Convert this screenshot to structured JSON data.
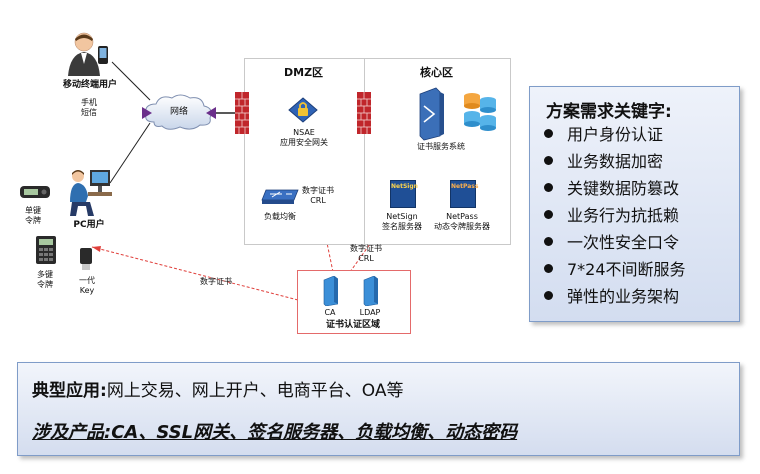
{
  "nodes": {
    "mobile_user": "移动终端用户",
    "phone_sms": [
      "手机",
      "短信"
    ],
    "network": "网络",
    "pc_user": "PC用户",
    "single_token": [
      "单键",
      "令牌"
    ],
    "multi_token": [
      "多键",
      "令牌"
    ],
    "usb_key": [
      "一代",
      "Key"
    ],
    "nsae": [
      "NSAE",
      "应用安全网关"
    ],
    "load_balance": "负载均衡",
    "cert_system": "证书服务系统",
    "netsign": [
      "NetSign",
      "签名服务器"
    ],
    "netpass": [
      "NetPass",
      "动态令牌服务器"
    ],
    "ca": "CA",
    "ldap": "LDAP"
  },
  "zones": {
    "dmz": "DMZ区",
    "core": "核心区",
    "ca_area": "证书认证区域"
  },
  "edge_labels": {
    "cert_crl_1": [
      "数字证书",
      "CRL"
    ],
    "cert_crl_2": [
      "数字证书",
      "CRL"
    ],
    "cert_3": "数字证书"
  },
  "icon_text": {
    "netsign_badge": "NetSign",
    "netpass_badge": "NetPass"
  },
  "keywords": {
    "title": "方案需求关键字:",
    "items": [
      "用户身份认证",
      "业务数据加密",
      "关键数据防篡改",
      "业务行为抗抵赖",
      "一次性安全口令",
      "7*24不间断服务",
      "弹性的业务架构"
    ]
  },
  "application": {
    "label": "典型应用:",
    "text": "网上交易、网上开户、电商平台、OA等",
    "products": "涉及产品:CA、SSL网关、签名服务器、负载均衡、动态密码"
  },
  "colors": {
    "firewall": "#c0262b",
    "dashed_link": "#e0403c",
    "box_border": "#7f9cc8"
  }
}
